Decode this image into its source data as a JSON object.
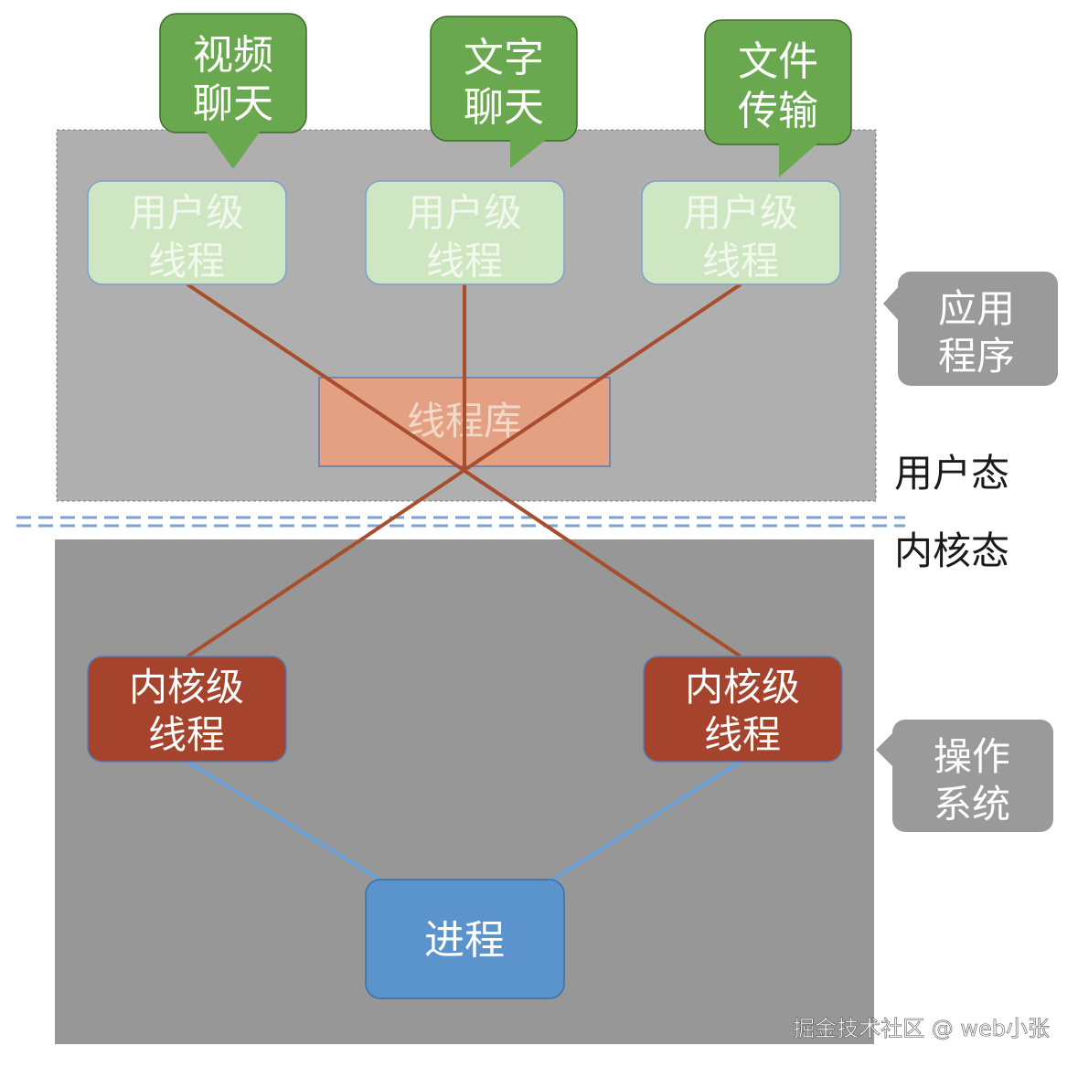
{
  "user_threads": [
    {
      "label_line1": "用户级",
      "label_line2": "线程",
      "callout_line1": "视频",
      "callout_line2": "聊天"
    },
    {
      "label_line1": "用户级",
      "label_line2": "线程",
      "callout_line1": "文字",
      "callout_line2": "聊天"
    },
    {
      "label_line1": "用户级",
      "label_line2": "线程",
      "callout_line1": "文件",
      "callout_line2": "传输"
    }
  ],
  "thread_library": {
    "label": "线程库"
  },
  "kernel_threads": [
    {
      "label_line1": "内核级",
      "label_line2": "线程"
    },
    {
      "label_line1": "内核级",
      "label_line2": "线程"
    }
  ],
  "process": {
    "label": "进程"
  },
  "side_labels": {
    "application": {
      "line1": "应用",
      "line2": "程序"
    },
    "os": {
      "line1": "操作",
      "line2": "系统"
    },
    "user_mode": "用户态",
    "kernel_mode": "内核态"
  },
  "watermark": "掘金技术社区 @ web小张",
  "colors": {
    "user_area_bg": "#afafaf",
    "kernel_area_bg": "#979797",
    "callout_green": "#6aa84f",
    "user_thread_fill": "#cfe6c2",
    "user_thread_text": "#f2f8ee",
    "thread_lib_fill": "#e4a082",
    "kernel_thread_fill": "#a6432c",
    "process_fill": "#5b93cd",
    "connector_brown": "#a84d2e",
    "connector_blue": "#6aa0d8",
    "side_box_gray": "#9a9a9a",
    "divider_blue": "#7ba2d4"
  }
}
